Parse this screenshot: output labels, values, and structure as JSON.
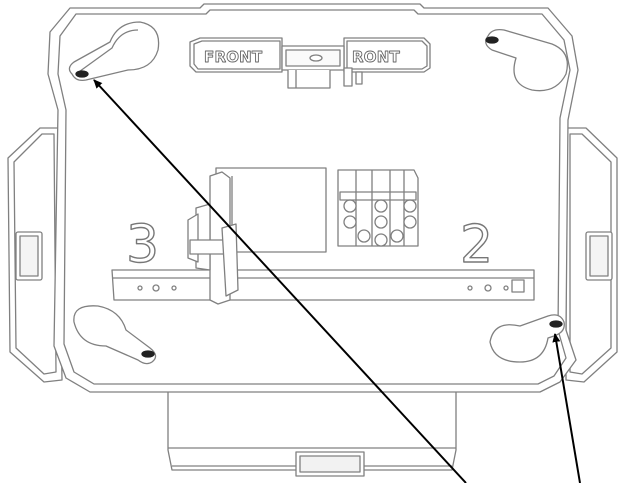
{
  "labels": {
    "front_left": "FRONT",
    "front_right": "RONT",
    "number_left": "3",
    "number_right": "2"
  },
  "colors": {
    "outline": "#808080",
    "fill": "#ffffff",
    "arrow": "#000000"
  }
}
